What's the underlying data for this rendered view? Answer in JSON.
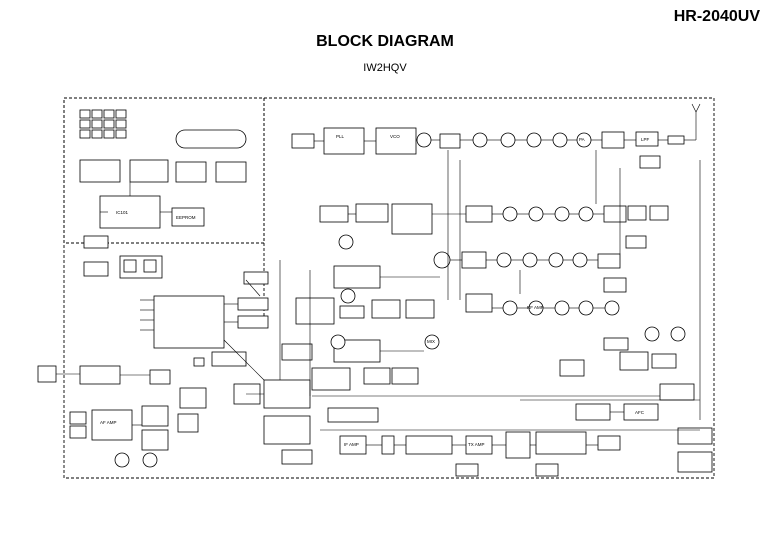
{
  "header": {
    "model": "HR-2040UV",
    "title": "BLOCK DIAGRAM",
    "author": "IW2HQV"
  },
  "blocks": {
    "control_ic": "IC101",
    "eeprom": "EEPROM",
    "af_amp": "AF AMP",
    "pll": "PLL",
    "vco": "VCO",
    "mixer": "MIX",
    "rf_amp": "RF AMP",
    "pa": "PA",
    "lpf": "LPF",
    "if_amp": "IF AMP",
    "tx_amp": "TX AMP",
    "afc": "AFC"
  }
}
